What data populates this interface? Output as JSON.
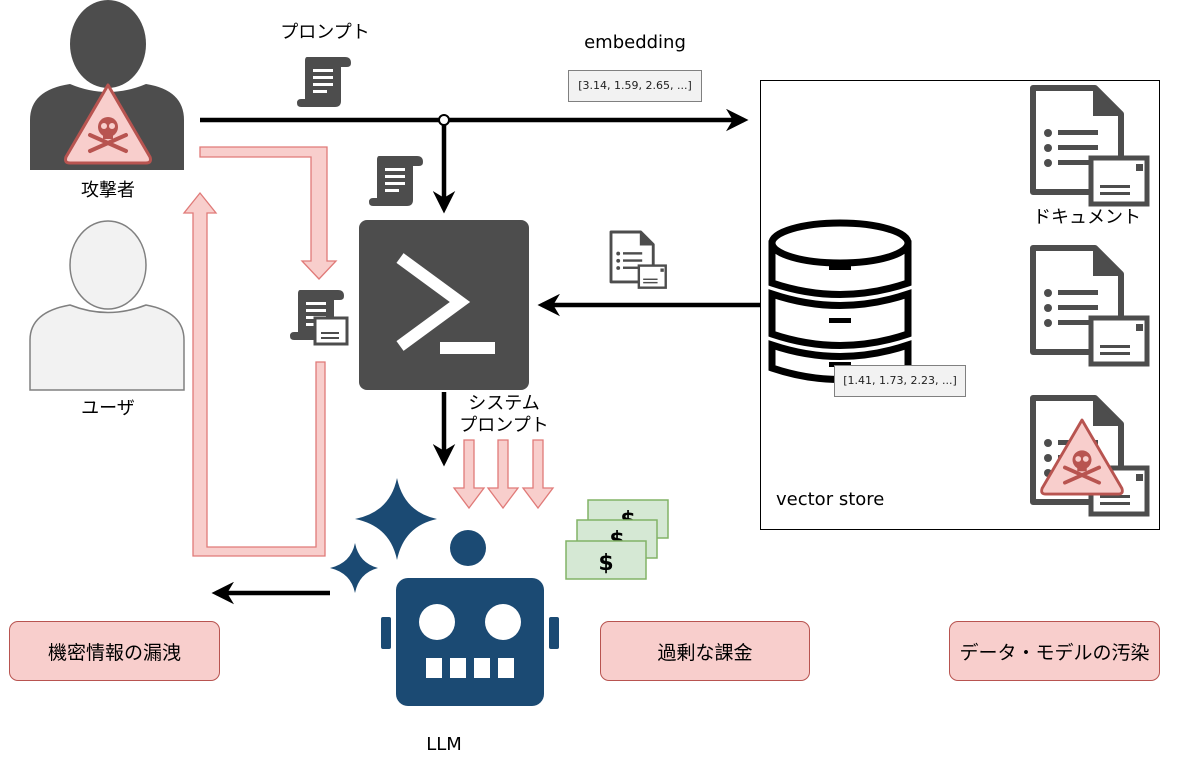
{
  "nodes": {
    "attacker_label": "攻撃者",
    "user_label": "ユーザ",
    "llm_label": "LLM",
    "vector_store_label": "vector store",
    "documents_label": "ドキュメント"
  },
  "edges": {
    "prompt_label": "プロンプト",
    "embedding_label": "embedding",
    "system_prompt_line1": "システム",
    "system_prompt_line2": "プロンプト"
  },
  "vectors": {
    "query_embedding": "[3.14, 1.59, 2.65, ...]",
    "stored_embedding": "[1.41, 1.73, 2.23, ...]"
  },
  "risks": [
    {
      "label": "機密情報の漏洩"
    },
    {
      "label": "過剰な課金"
    },
    {
      "label": "データ・モデルの汚染"
    }
  ],
  "colors": {
    "dark_gray": "#4d4d4d",
    "robot_navy": "#1b4a73",
    "risk_fill": "#f8cecc",
    "risk_border": "#b85450",
    "money_fill": "#d5e8d4",
    "money_border": "#82b366"
  },
  "icons": [
    "attacker-icon",
    "skull-warning-icon",
    "user-icon",
    "scroll-icon",
    "terminal-icon",
    "database-icon",
    "document-icon",
    "robot-icon",
    "sparkle-icon",
    "money-icon"
  ]
}
